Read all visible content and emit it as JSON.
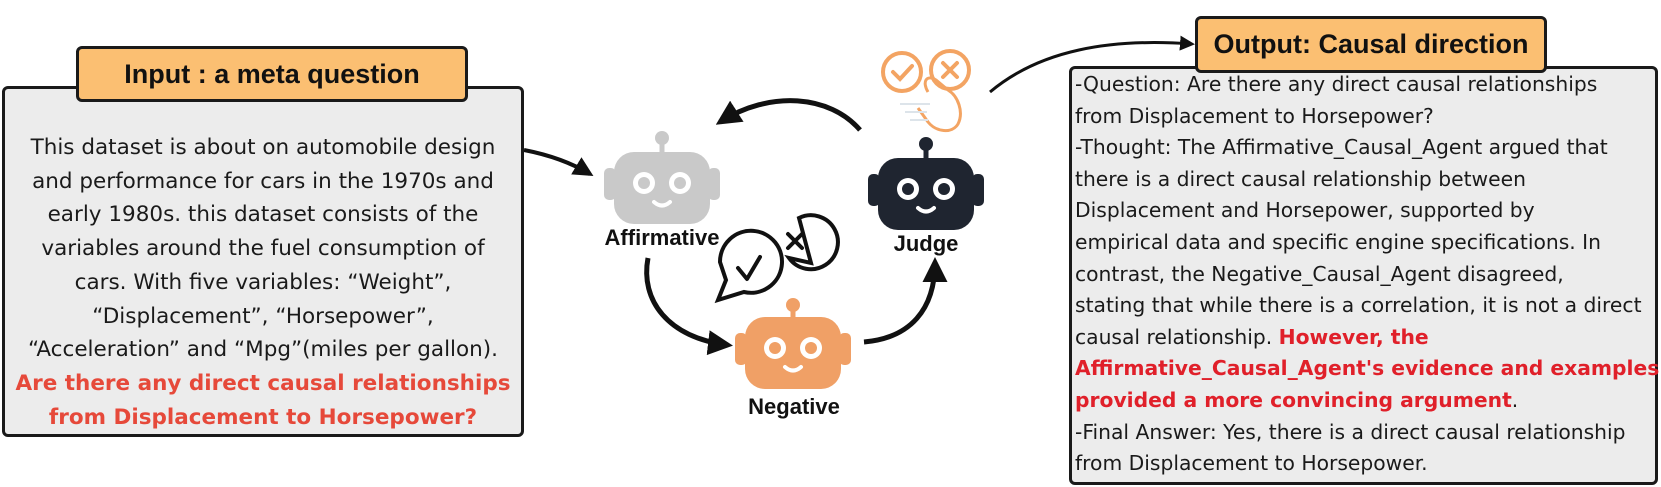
{
  "input": {
    "title": "Input : a meta question",
    "lines": [
      "This dataset is about on automobile design",
      "and performance for cars in the 1970s and",
      "early 1980s. this dataset consists of the",
      "variables around the fuel consumption of",
      "cars.  With five variables: “Weight”,",
      "“Displacement”, “Horsepower”,",
      "“Acceleration” and “Mpg”(miles per gallon)."
    ],
    "question_lines": [
      "Are there any direct causal relationships",
      "from Displacement to Horsepower?"
    ]
  },
  "agents": {
    "affirmative": "Affirmative",
    "negative": "Negative",
    "judge": "Judge"
  },
  "output": {
    "title": "Output: Causal direction",
    "question_lines": [
      "-Question: Are there any direct causal relationships",
      "from Displacement to Horsepower?"
    ],
    "thought_lines": [
      "-Thought: The Affirmative_Causal_Agent argued that",
      "there is a direct causal relationship between",
      "Displacement and Horsepower, supported by",
      "empirical data and specific engine specifications. In",
      "contrast, the Negative_Causal_Agent disagreed,",
      "stating that while there is a correlation, it is not a direct"
    ],
    "thought_tail": "causal relationship. ",
    "highlight_1": "However, the",
    "highlight_2": "Affirmative_Causal_Agent's evidence and examples",
    "highlight_3": "provided a more convincing argument",
    "highlight_end": ".",
    "answer_lines": [
      "-Final Answer: Yes, there is a direct causal relationship",
      "from Displacement to Horsepower."
    ]
  },
  "colors": {
    "panel_bg": "#ececec",
    "title_tag": "#fbbf72",
    "question_red": "#e6493a",
    "highlight_red": "#e0202a",
    "bot_gray": "#c9c9c9",
    "bot_orange": "#f0a066",
    "bot_dark": "#1f2530",
    "judge_icon_orange": "#f3a463"
  },
  "icons": [
    "robot-icon",
    "check-bubble-icon",
    "cross-bubble-icon",
    "approve-reject-icon"
  ]
}
